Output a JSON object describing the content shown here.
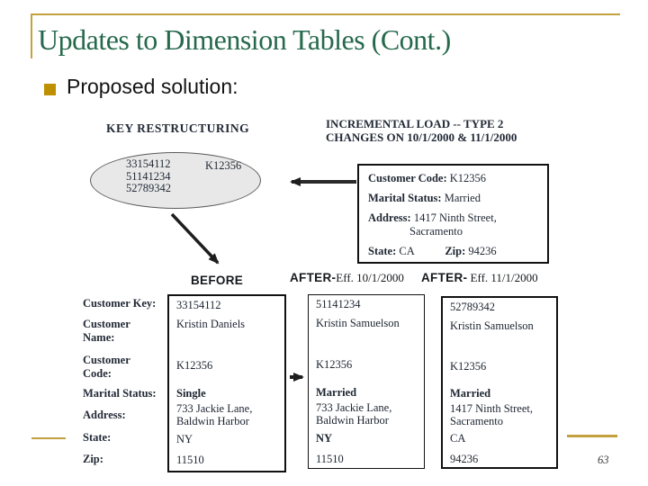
{
  "slide": {
    "title": "Updates to Dimension Tables (Cont.)",
    "bullet_text": "Proposed solution:",
    "page_number": "63"
  },
  "theme": {
    "title_green": "#26694C",
    "line_gold": "#C2A13E",
    "bullet_gold": "#BE9000",
    "ellipse_fill": "#E8E8E8"
  },
  "diagram": {
    "key_restructuring": {
      "heading": "KEY RESTRUCTURING",
      "old_keys": [
        "33154112",
        "51141234",
        "52789342"
      ],
      "new_key": "K12356"
    },
    "incremental_load": {
      "heading_line1": "INCREMENTAL LOAD -- TYPE 2",
      "heading_line2": "CHANGES ON 10/1/2000 & 11/1/2000",
      "detail_box": {
        "customer_code_label": "Customer Code:",
        "customer_code_value": "K12356",
        "marital_status_label": "Marital Status:",
        "marital_status_value": "Married",
        "address_label": "Address:",
        "address_value_line1": "1417 Ninth Street,",
        "address_value_line2": "Sacramento",
        "state_label": "State:",
        "state_value": "CA",
        "zip_label": "Zip:",
        "zip_value": "94236"
      }
    },
    "comparison": {
      "headers": [
        {
          "emphasis": "BEFORE",
          "detail": ""
        },
        {
          "emphasis": "AFTER-",
          "detail": "Eff. 10/1/2000"
        },
        {
          "emphasis": "AFTER-",
          "detail": " Eff. 11/1/2000"
        }
      ],
      "row_labels": [
        "Customer Key:",
        "Customer\nName:",
        "Customer\nCode:",
        "Marital Status:",
        "Address:",
        "State:",
        "Zip:"
      ],
      "columns": [
        {
          "customer_key": "33154112",
          "customer_name": "Kristin Daniels",
          "customer_code": "K12356",
          "marital_status": "Single",
          "address": "733 Jackie Lane,\nBaldwin Harbor",
          "state": "NY",
          "zip": "11510"
        },
        {
          "customer_key": "51141234",
          "customer_name": "Kristin Samuelson",
          "customer_code": "K12356",
          "marital_status": "Married",
          "address": "733 Jackie Lane,\nBaldwin Harbor",
          "state": "NY",
          "zip": "11510"
        },
        {
          "customer_key": "52789342",
          "customer_name": "Kristin Samuelson",
          "customer_code": "K12356",
          "marital_status": "Married",
          "address": "1417 Ninth Street,\nSacramento",
          "state": "CA",
          "zip": "94236"
        }
      ]
    }
  }
}
